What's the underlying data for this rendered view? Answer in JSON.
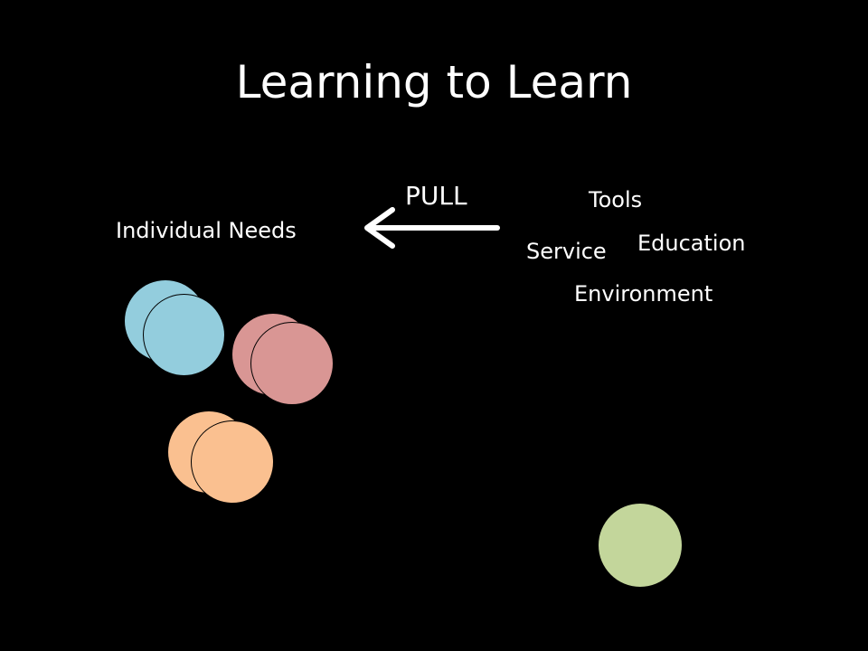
{
  "slide": {
    "title": "Learning to Learn",
    "pull_label": "PULL",
    "individual_needs": "Individual Needs",
    "offerings": {
      "tools": "Tools",
      "education": "Education",
      "service": "Service",
      "environment": "Environment"
    }
  },
  "colors": {
    "background": "#000000",
    "text": "#ffffff",
    "blue": "#93cddd",
    "pink": "#d99694",
    "orange": "#fac090",
    "green": "#c3d69b"
  },
  "icons": {
    "arrow": "left-arrow-icon"
  }
}
